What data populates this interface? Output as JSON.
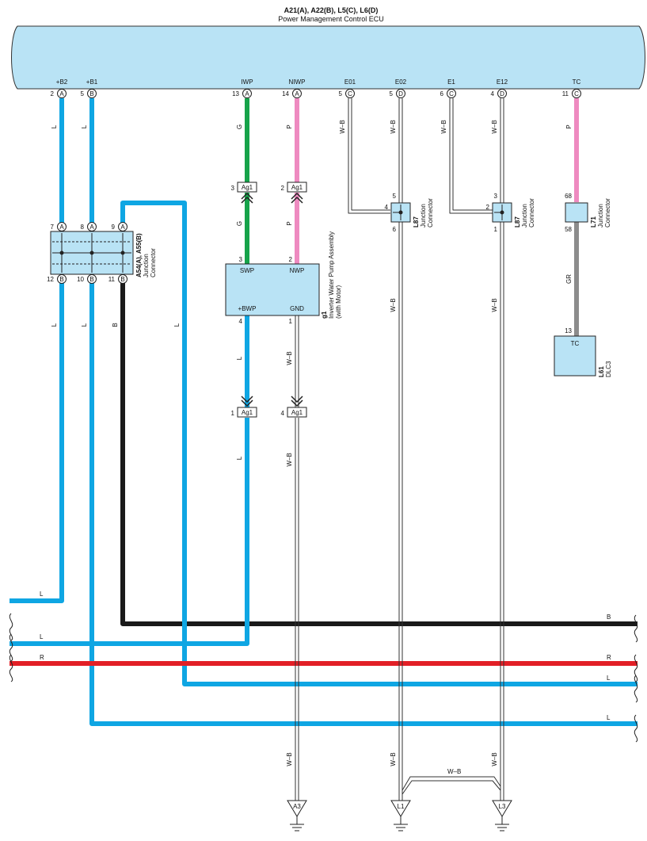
{
  "ecu": {
    "refs": "A21(A), A22(B), L5(C), L6(D)",
    "name": "Power Management Control ECU",
    "terminals": [
      {
        "label": "+B2",
        "pin": "2",
        "conn": "A"
      },
      {
        "label": "+B1",
        "pin": "5",
        "conn": "B"
      },
      {
        "label": "IWP",
        "pin": "13",
        "conn": "A"
      },
      {
        "label": "NIWP",
        "pin": "14",
        "conn": "A"
      },
      {
        "label": "E01",
        "pin": "5",
        "conn": "C"
      },
      {
        "label": "E02",
        "pin": "5",
        "conn": "D"
      },
      {
        "label": "E1",
        "pin": "6",
        "conn": "C"
      },
      {
        "label": "E12",
        "pin": "4",
        "conn": "D"
      },
      {
        "label": "TC",
        "pin": "11",
        "conn": "C"
      }
    ]
  },
  "junction_a54": {
    "ref": "A54(A), A55(B)",
    "name1": "Junction",
    "name2": "Connector",
    "top_pins": [
      {
        "pin": "7",
        "conn": "A"
      },
      {
        "pin": "8",
        "conn": "A"
      },
      {
        "pin": "9",
        "conn": "A"
      }
    ],
    "bottom_pins": [
      {
        "pin": "12",
        "conn": "B"
      },
      {
        "pin": "10",
        "conn": "B"
      },
      {
        "pin": "11",
        "conn": "B"
      }
    ]
  },
  "pump": {
    "ref": "g1",
    "name1": "Inverter Water Pump Assembly",
    "name2": "(with Motor)",
    "terminals": [
      {
        "label": "SWP",
        "pin": "3"
      },
      {
        "label": "NWP",
        "pin": "2"
      },
      {
        "label": "+BWP",
        "pin": "4"
      },
      {
        "label": "GND",
        "pin": "1"
      }
    ]
  },
  "connectors": [
    {
      "label": "Ag1",
      "pin": "3"
    },
    {
      "label": "Ag1",
      "pin": "2"
    },
    {
      "label": "Ag1",
      "pin": "1"
    },
    {
      "label": "Ag1",
      "pin": "4"
    }
  ],
  "junction_l87_a": {
    "ref": "L87",
    "name1": "Junction",
    "name2": "Connector",
    "pins": [
      "4",
      "5",
      "6"
    ]
  },
  "junction_l87_b": {
    "ref": "L87",
    "name1": "Junction",
    "name2": "Connector",
    "pins": [
      "2",
      "3",
      "1"
    ]
  },
  "junction_l71": {
    "ref": "L71",
    "name1": "Junction",
    "name2": "Connector",
    "pins": [
      "68",
      "58"
    ]
  },
  "dlc3": {
    "ref": "L61",
    "name": "DLC3",
    "terminal": "TC",
    "pin": "13"
  },
  "grounds": [
    "A3",
    "L1",
    "L3"
  ],
  "wire_colors": {
    "L": "L",
    "G": "G",
    "P": "P",
    "B": "B",
    "R": "R",
    "WB": "W–B",
    "GR": "GR"
  },
  "colors": {
    "ecu_fill": "#b9e3f5",
    "blue": "#0fa6e3",
    "green": "#16a34a",
    "pink": "#ee8ac0",
    "black": "#1a1a1a",
    "red": "#e21f26",
    "gray": "#8c8c8c"
  }
}
